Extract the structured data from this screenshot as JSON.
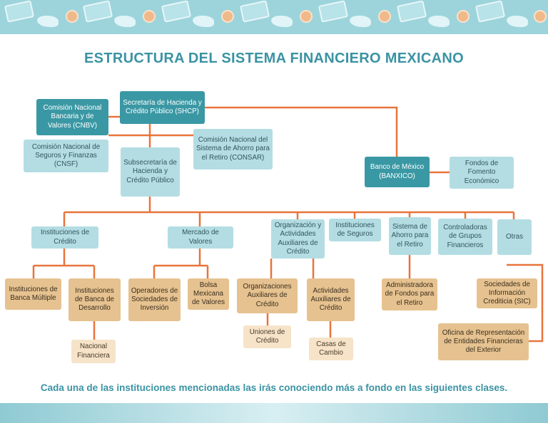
{
  "title": "ESTRUCTURA DEL SISTEMA FINANCIERO MEXICANO",
  "footnote": "Cada una de las instituciones mencionadas las irás conociendo más a fondo en las siguientes clases.",
  "colors": {
    "connector": "#e8743b",
    "dark_box": "#3a98a4",
    "light_box": "#b3dde3",
    "tan_box": "#e6c290",
    "pale_box": "#f6e3c8",
    "title": "#3a93a3"
  },
  "nodes": {
    "shcp": "Secretaría de Hacienda y Crédito Público (SHCP)",
    "cnbv": "Comisión Nacional Bancaria y de Valores (CNBV)",
    "cnsf": "Comisión Nacional de Seguros y Finanzas (CNSF)",
    "consar": "Comisión Nacional del Sistema de Ahorro para el Retiro (CONSAR)",
    "subsecretaria": "Subsecretaría de Hacienda y Crédito Público",
    "banxico": "Banco de México (BANXICO)",
    "fondos_fomento": "Fondos de Fomento Económico",
    "inst_credito": "Instituciones de Crédito",
    "mercado_valores": "Mercado de Valores",
    "org_aux": "Organización y Actividades Auxiliares de Crédito",
    "inst_seguros": "Instituciones de Seguros",
    "sar": "Sistema de Ahorro para el Retiro",
    "controladoras": "Controladoras de Grupos Financieros",
    "otras": "Otras",
    "banca_multiple": "Instituciones de Banca Múltiple",
    "banca_desarrollo": "Instituciones de Banca de Desarrollo",
    "nafin": "Nacional Financiera",
    "operadores": "Operadores de Sociedades de Inversión",
    "bolsa": "Bolsa Mexicana de Valores",
    "org_aux_credito": "Organizaciones Auxiliares de Crédito",
    "uniones": "Uniones de Crédito",
    "actividades_aux": "Actividades Auxiliares de Crédito",
    "casas_cambio": "Casas de Cambio",
    "afore": "Administradora de Fondos para el Retiro",
    "sic": "Sociedades de Información Crediticia (SIC)",
    "oficina_rep": "Oficina de Representación de Entidades Financieras del Exterior"
  }
}
